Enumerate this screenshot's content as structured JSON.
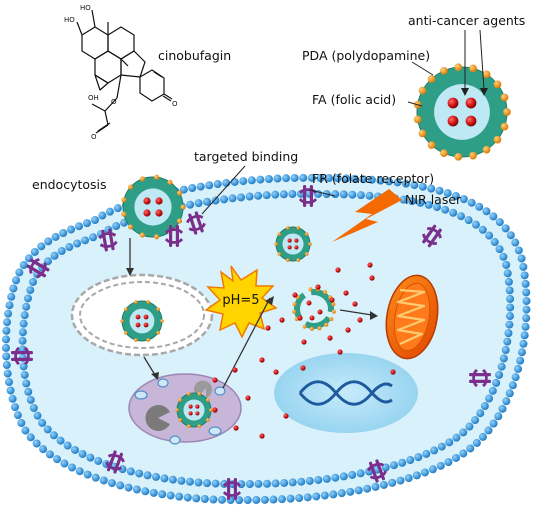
{
  "labels": {
    "cinobufagin": "cinobufagin",
    "anti_cancer_agents": "anti-cancer agents",
    "pda": "PDA (polydopamine)",
    "fa": "FA (folic acid)",
    "targeted_binding": "targeted binding",
    "endocytosis": "endocytosis",
    "fr": "FR (folate receptor)",
    "nir_laser": "NIR laser",
    "ph": "pH=5",
    "ho_top": "HO",
    "ho_mid": "HO",
    "oh_left": "OH",
    "o_ring": "O",
    "o_ester": "O",
    "o_lactone": "O"
  },
  "colors": {
    "membrane": "#2a9fe0",
    "cytoplasm": "#d9f1fb",
    "pda_shell": "#2e9f86",
    "pda_core": "#bfe8f5",
    "folic_acid": "#f08c00",
    "drug": "#d11a1a",
    "receptor": "#7b2e8c",
    "nir_laser": "#f46a00",
    "mitochondria": "#f06000",
    "nucleus": "#a8dcf3",
    "dna": "#1e5b9e",
    "lysosome": "#c8b6d9"
  }
}
